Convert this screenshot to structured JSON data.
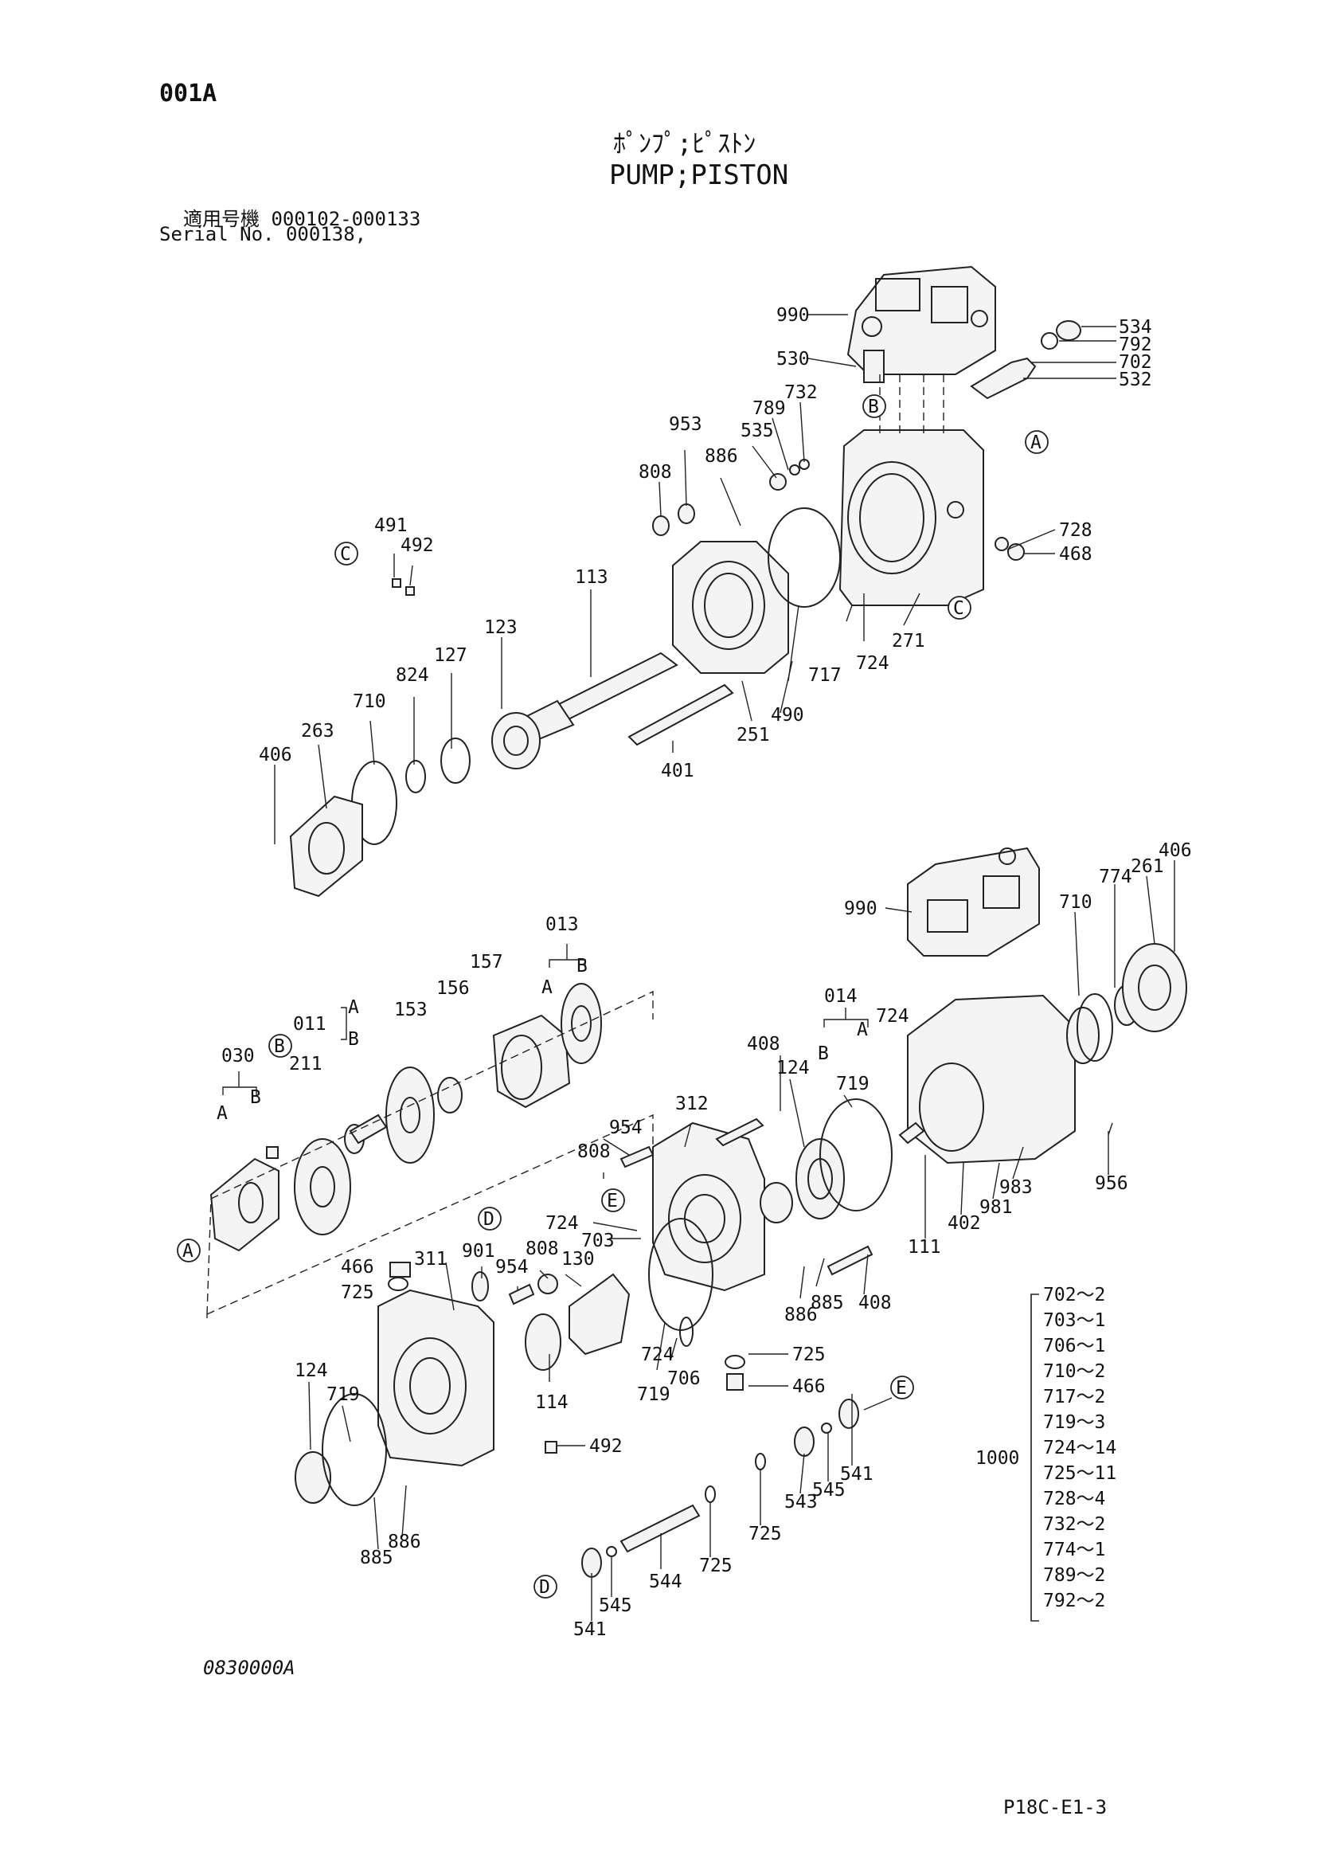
{
  "header": {
    "page_code": "001A",
    "title_jp": "ﾎﾟﾝﾌﾟ;ﾋﾟｽﾄﾝ",
    "title_en": "PUMP;PISTON",
    "serial_line1": "適用号機  000102-000133",
    "serial_line2": "Serial No. 000138,"
  },
  "footer": {
    "drawing_no": "0830000A",
    "page_ref": "P18C-E1-3"
  },
  "ref_letters": [
    "A",
    "B",
    "C",
    "D",
    "E"
  ],
  "callouts": [
    "990",
    "534",
    "792",
    "702",
    "532",
    "530",
    "732",
    "789",
    "535",
    "953",
    "808",
    "886",
    "728",
    "468",
    "491",
    "492",
    "113",
    "123",
    "127",
    "824",
    "710",
    "263",
    "406",
    "724",
    "271",
    "717",
    "490",
    "251",
    "401",
    "990",
    "406",
    "261",
    "774",
    "710",
    "013",
    "157",
    "156",
    "153",
    "011",
    "030",
    "211",
    "014",
    "724",
    "408",
    "124",
    "719",
    "312",
    "954",
    "808",
    "724",
    "703",
    "466",
    "725",
    "311",
    "901",
    "954",
    "808",
    "130",
    "885",
    "408",
    "886",
    "725",
    "466",
    "706",
    "719",
    "724",
    "114",
    "492",
    "124",
    "719",
    "886",
    "885",
    "956",
    "983",
    "981",
    "402",
    "111",
    "541",
    "545",
    "543",
    "725",
    "725",
    "544",
    "545",
    "541"
  ],
  "set_1000": {
    "label": "1000",
    "items": [
      "702～2",
      "703～1",
      "706～1",
      "710～2",
      "717～2",
      "719～3",
      "724～14",
      "725～11",
      "728～4",
      "732～2",
      "774～1",
      "789～2",
      "792～2"
    ]
  }
}
